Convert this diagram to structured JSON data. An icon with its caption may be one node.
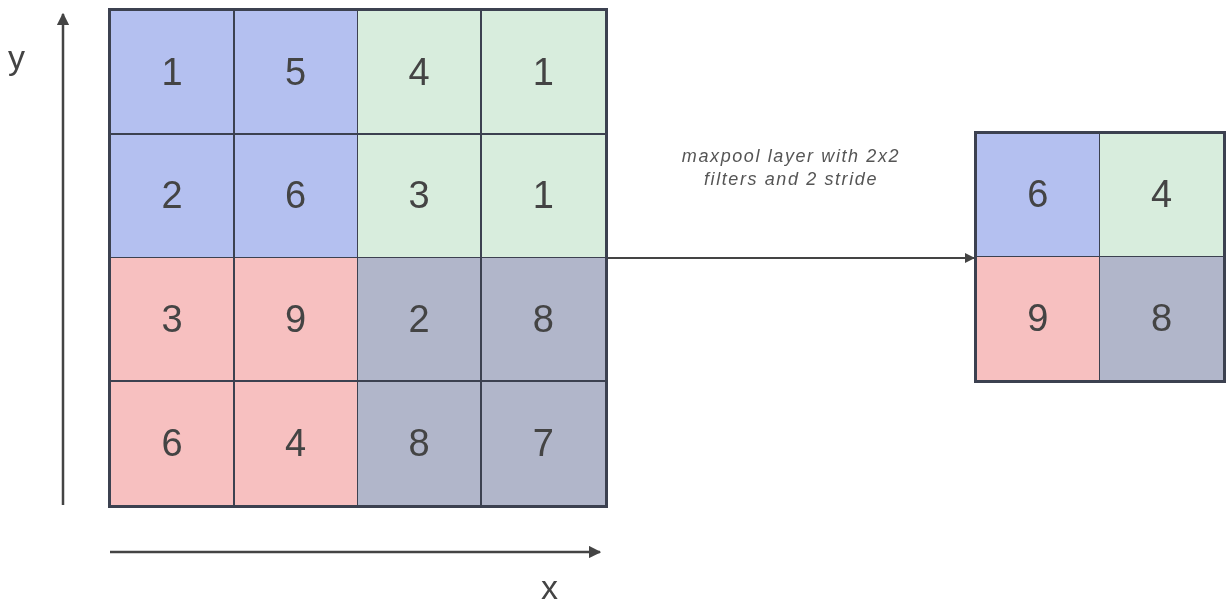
{
  "diagram": {
    "nodes": [
      {
        "text": [],
        "shape": "box"
      },
      {
        "text": [
          "1"
        ],
        "in": 0
      },
      {
        "text": [
          "5"
        ],
        "in": 0
      },
      {
        "text": [
          "4"
        ],
        "in": 0
      },
      {
        "text": [
          "1"
        ],
        "in": 0
      },
      {
        "text": [
          "2"
        ],
        "in": 0
      },
      {
        "text": [
          "6"
        ],
        "in": 0
      },
      {
        "text": [
          "3"
        ],
        "in": 0
      },
      {
        "text": [
          "1"
        ],
        "in": 0
      },
      {
        "text": [
          "3"
        ],
        "in": 0
      },
      {
        "text": [
          "9"
        ],
        "in": 0
      },
      {
        "text": [
          "2"
        ],
        "in": 0
      },
      {
        "text": [
          "8"
        ],
        "in": 0
      },
      {
        "text": [
          "6"
        ],
        "in": 0
      },
      {
        "text": [
          "4"
        ],
        "in": 0
      },
      {
        "text": [
          "8"
        ],
        "in": 0
      },
      {
        "text": [
          "7"
        ],
        "in": 0
      },
      {
        "text": [],
        "shape": "box"
      },
      {
        "text": [
          "6"
        ],
        "in": 17
      },
      {
        "text": [
          "4"
        ],
        "in": 17
      },
      {
        "text": [
          "9"
        ],
        "in": 17
      },
      {
        "text": [
          "8"
        ],
        "in": 17
      }
    ],
    "edges": [
      {
        "from": 0,
        "to": 17,
        "arrow": "to",
        "label": "maxpool layer with 2x2 filters and 2 stride"
      }
    ],
    "labels": [
      "y",
      "x"
    ]
  }
}
